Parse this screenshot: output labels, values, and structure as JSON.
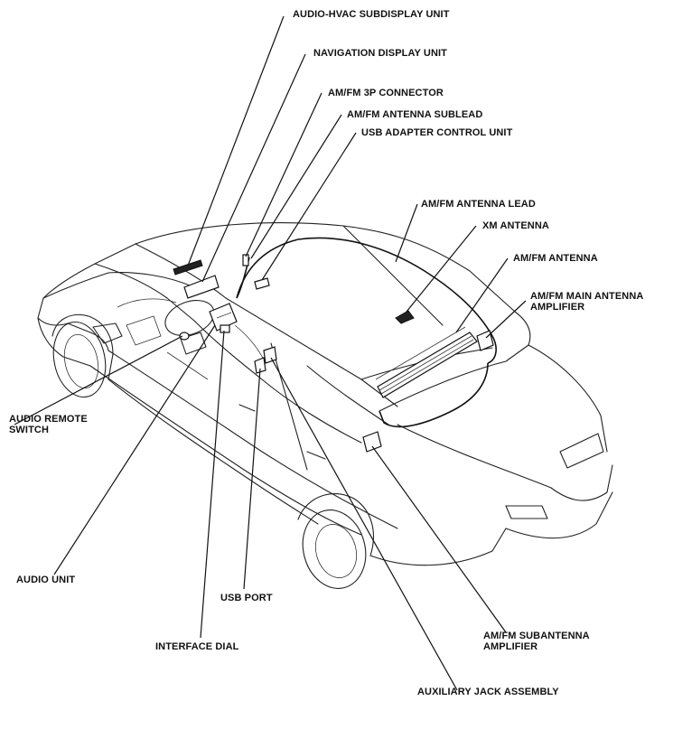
{
  "labels": {
    "audio_hvac_subdisplay": "AUDIO-HVAC SUBDISPLAY UNIT",
    "navigation_display": "NAVIGATION DISPLAY UNIT",
    "amfm_3p_connector": "AM/FM 3P CONNECTOR",
    "amfm_antenna_sublead": "AM/FM ANTENNA SUBLEAD",
    "usb_adapter_control": "USB ADAPTER CONTROL UNIT",
    "amfm_antenna_lead": "AM/FM ANTENNA LEAD",
    "xm_antenna": "XM ANTENNA",
    "amfm_antenna": "AM/FM ANTENNA",
    "amfm_main_amp_line1": "AM/FM MAIN ANTENNA",
    "amfm_main_amp_line2": "AMPLIFIER",
    "audio_remote_line1": "AUDIO REMOTE",
    "audio_remote_line2": "SWITCH",
    "audio_unit": "AUDIO UNIT",
    "usb_port": "USB PORT",
    "interface_dial": "INTERFACE DIAL",
    "amfm_sub_amp_line1": "AM/FM SUBANTENNA",
    "amfm_sub_amp_line2": "AMPLIFIER",
    "auxiliary_jack": "AUXILIARY JACK ASSEMBLY"
  }
}
